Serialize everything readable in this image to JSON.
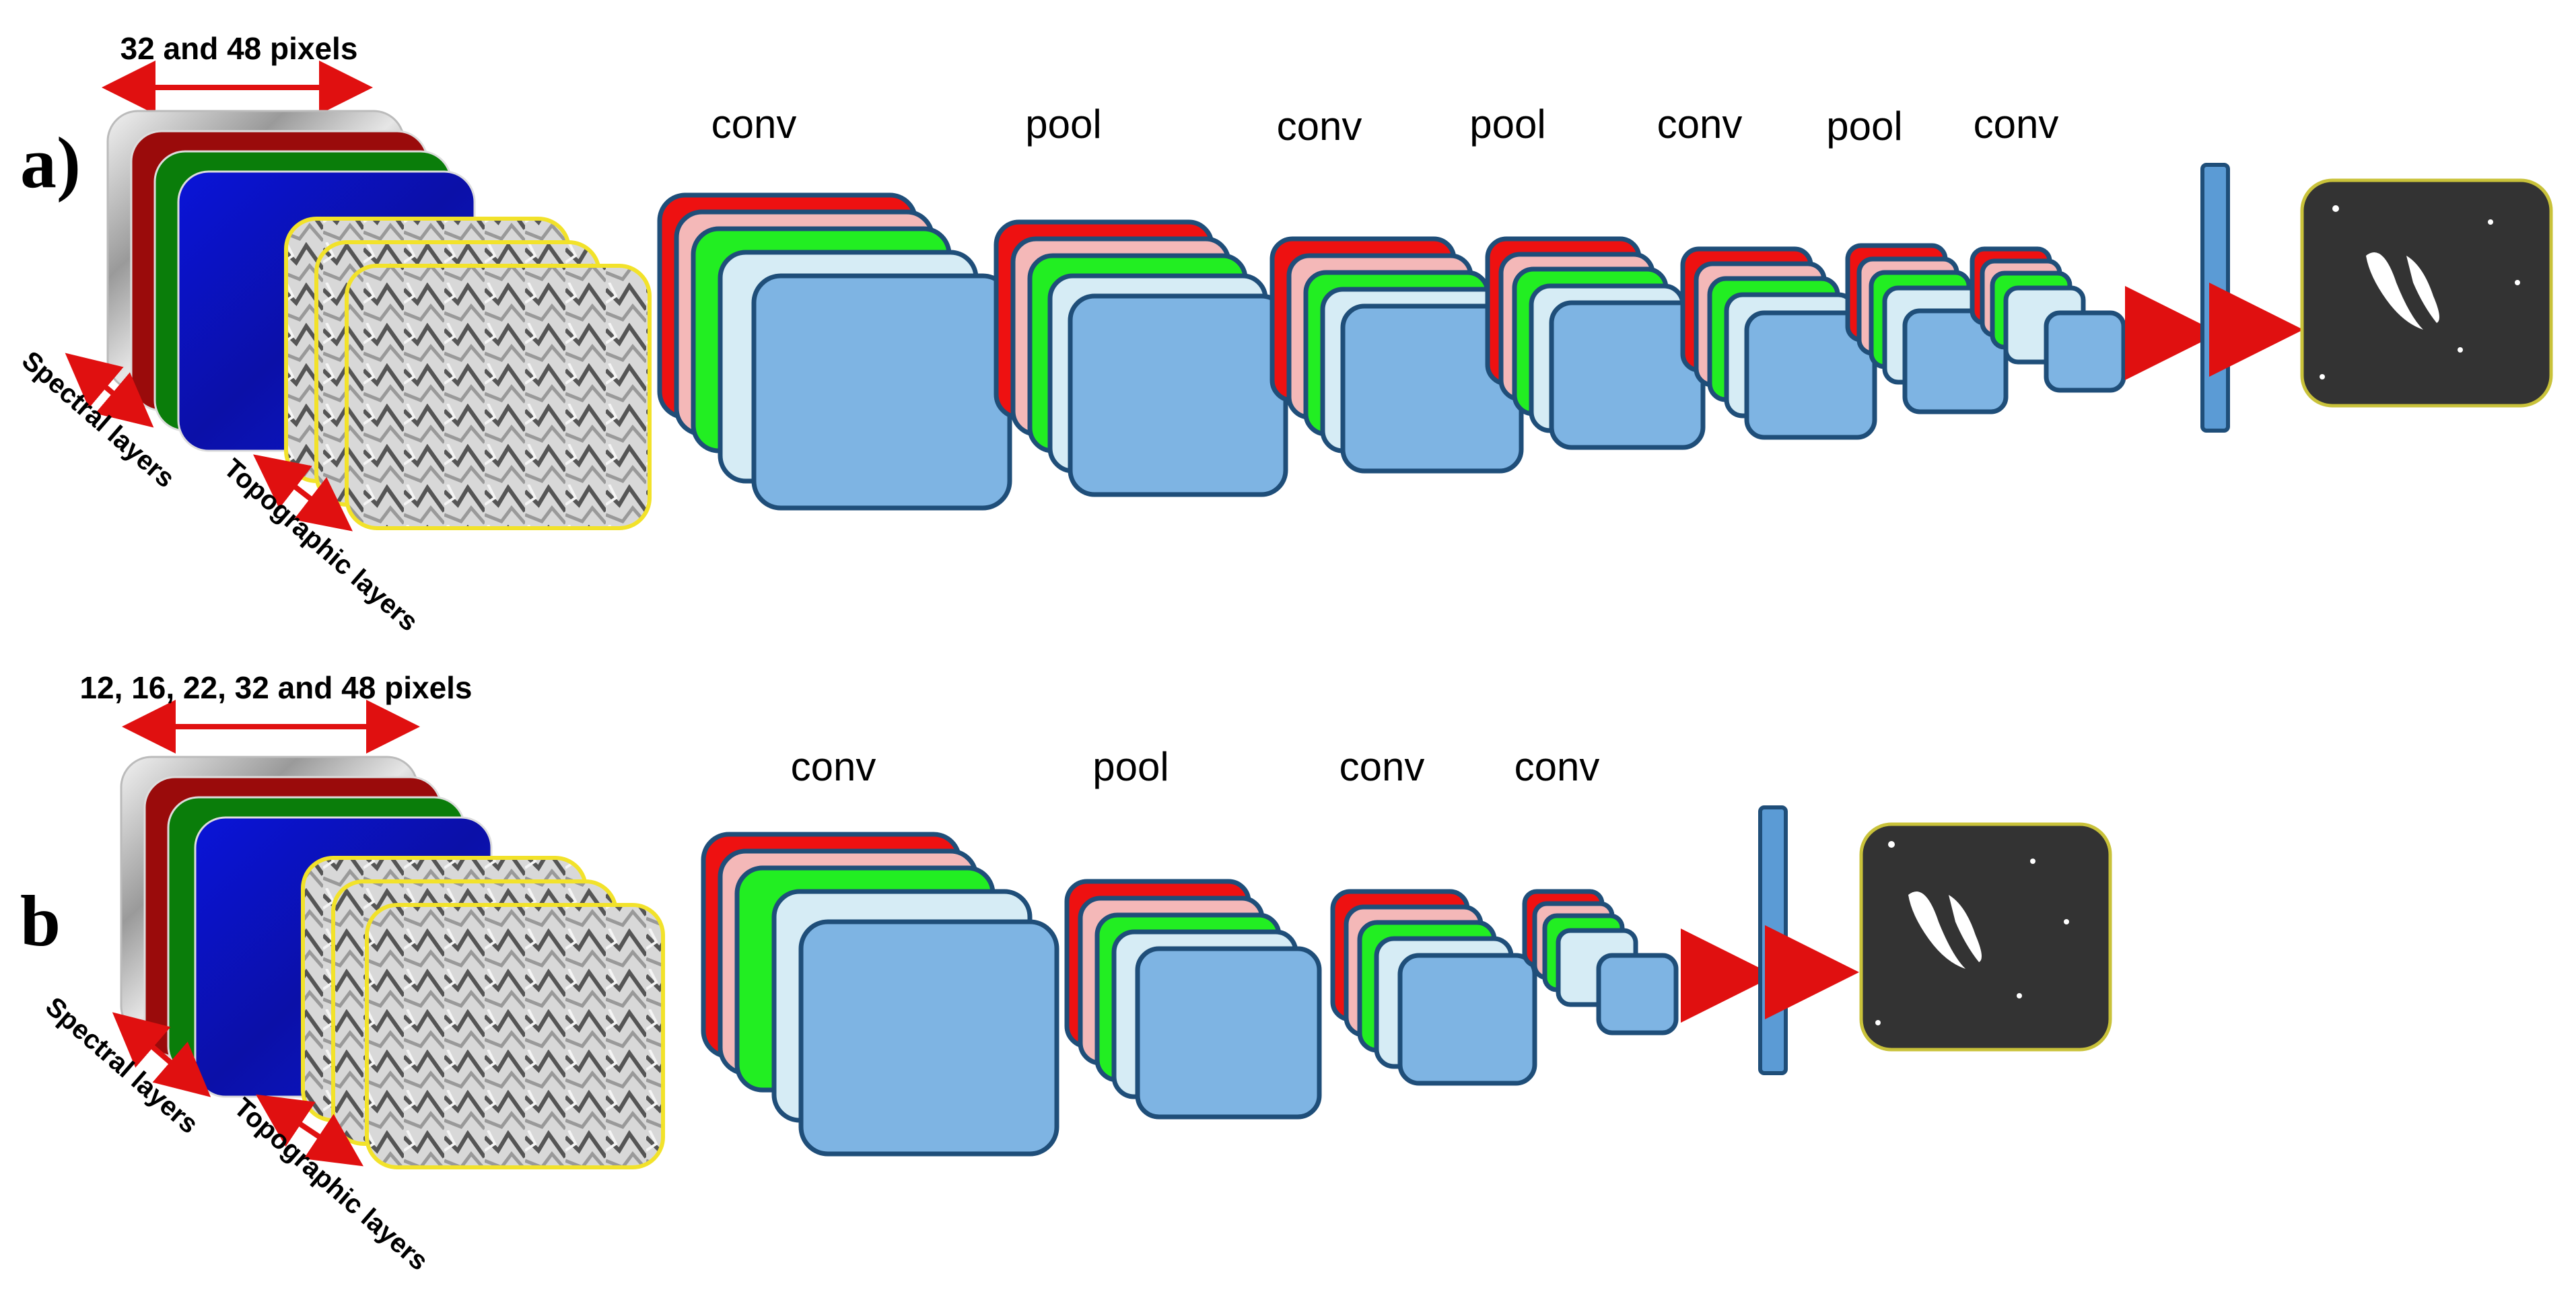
{
  "panels": [
    {
      "id": "a",
      "label": "a)",
      "size_label": "32 and 48 pixels",
      "spectral_label": "Spectral layers",
      "topographic_label": "Topographic layers",
      "stages": [
        "conv",
        "pool",
        "conv",
        "pool",
        "conv",
        "pool",
        "conv"
      ]
    },
    {
      "id": "b",
      "label": "b",
      "size_label": "12, 16, 22, 32 and 48 pixels",
      "spectral_label": "Spectral layers",
      "topographic_label": "Topographic layers",
      "stages": [
        "conv",
        "pool",
        "conv",
        "conv"
      ]
    }
  ],
  "colors": {
    "arrow": "#e01010",
    "block_front": "#7eb4e3",
    "block_light": "#d6ecf5",
    "block_green": "#22ee22",
    "block_pink": "#f4b8b8",
    "block_red": "#ee1111",
    "block_stroke": "#1f4e79",
    "fc_bar": "#5b9bd5",
    "input_yellow_border": "#f2e22a",
    "band_red": "#9a0b0b",
    "band_green": "#0a7d0a",
    "band_blue": "#0a12c8",
    "output_bg": "#333333"
  }
}
